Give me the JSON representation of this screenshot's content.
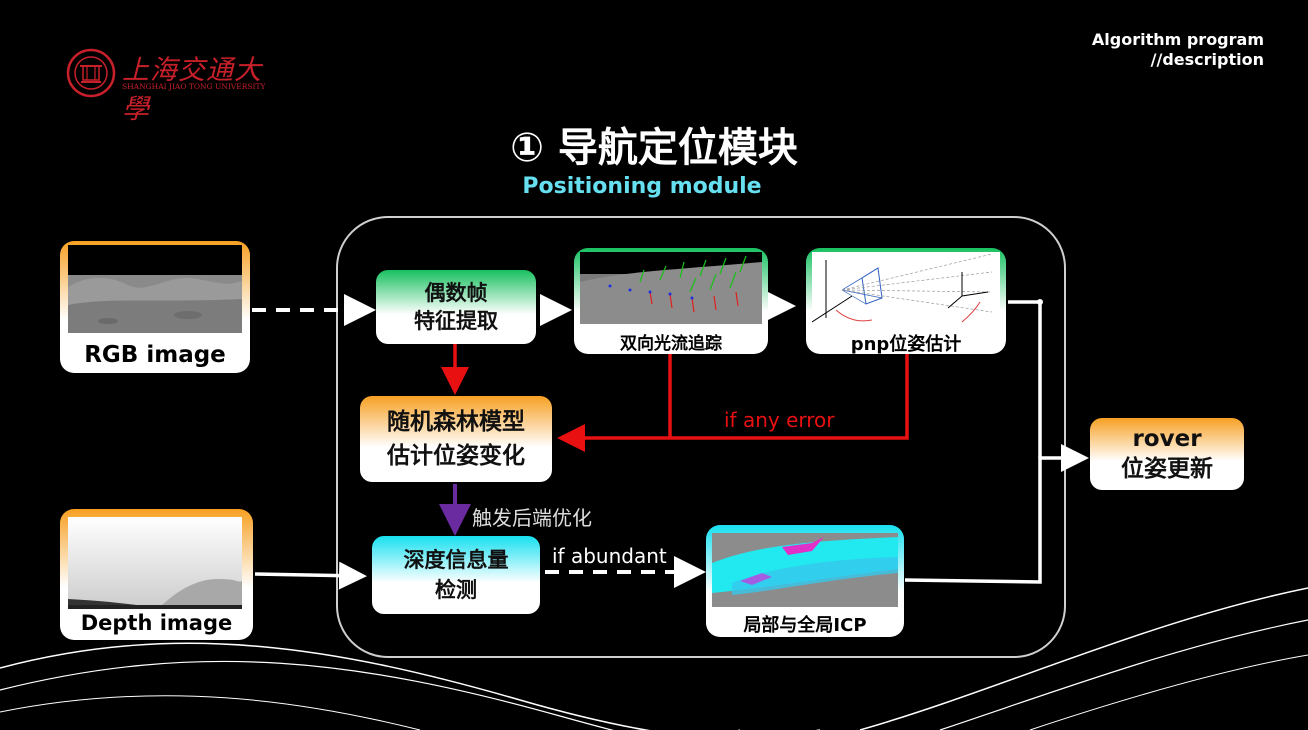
{
  "header": {
    "right_line1": "Algorithm program",
    "right_line2": "//description"
  },
  "logo": {
    "cn": "上海交通大學",
    "en": "SHANGHAI JIAO TONG UNIVERSITY"
  },
  "title": "① 导航定位模块",
  "subtitle": "Positioning module",
  "inputs": {
    "rgb_label": "RGB image",
    "depth_label": "Depth image"
  },
  "nodes": {
    "feature_line1": "偶数帧",
    "feature_line2": "特征提取",
    "optical_flow": "双向光流追踪",
    "pnp": "pnp位姿估计",
    "rf_line1": "随机森林模型",
    "rf_line2": "估计位姿变化",
    "depth_line1": "深度信息量",
    "depth_line2": "检测",
    "icp": "局部与全局ICP",
    "rover_line1": "rover",
    "rover_line2": "位姿更新"
  },
  "edges": {
    "if_error": "if any error",
    "trigger": "触发后端优化",
    "if_abundant": "if abundant"
  },
  "colors": {
    "arrow_red": "#e81010",
    "arrow_purple": "#6a2aa0",
    "subtitle_cyan": "#66e0f0",
    "logo_red": "#c8202a",
    "orange": "#f7a023",
    "green": "#18c060",
    "cyan": "#18e0f0"
  }
}
